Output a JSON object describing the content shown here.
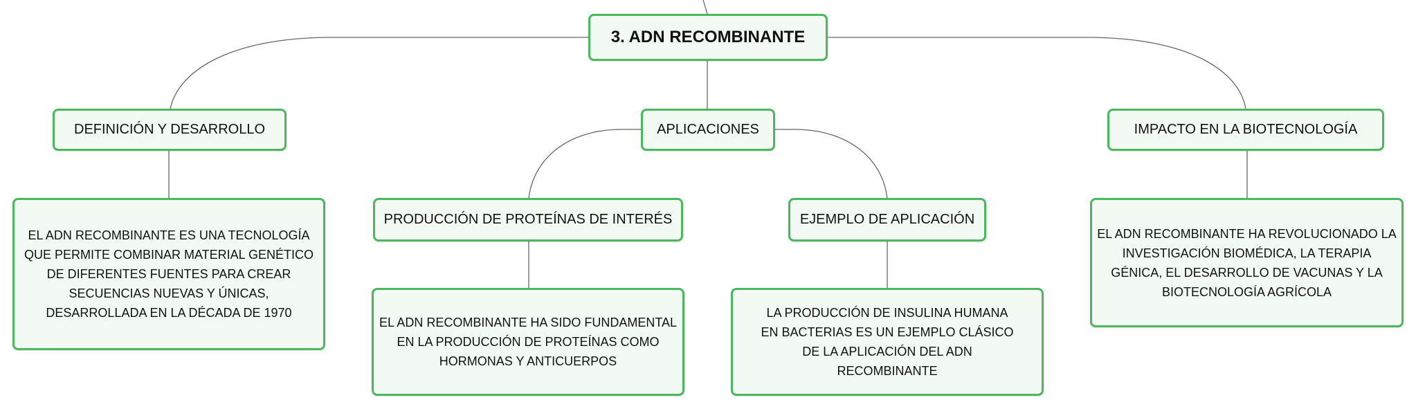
{
  "root": {
    "title": "3. ADN RECOMBINANTE"
  },
  "branches": {
    "definicion": {
      "label": "DEFINICIÓN Y DESARROLLO",
      "detail": "EL ADN RECOMBINANTE ES UNA TECNOLOGÍA QUE PERMITE COMBINAR MATERIAL GENÉTICO DE DIFERENTES FUENTES PARA CREAR SECUENCIAS NUEVAS Y ÚNICAS, DESARROLLADA EN LA DÉCADA DE 1970"
    },
    "aplicaciones": {
      "label": "APLICACIONES",
      "produccion": {
        "label": "PRODUCCIÓN DE PROTEÍNAS DE INTERÉS",
        "detail": "EL ADN RECOMBINANTE HA SIDO FUNDAMENTAL EN LA PRODUCCIÓN DE PROTEÍNAS COMO HORMONAS Y ANTICUERPOS"
      },
      "ejemplo": {
        "label": "EJEMPLO DE APLICACIÓN",
        "detail": "LA PRODUCCIÓN DE INSULINA HUMANA EN BACTERIAS ES UN EJEMPLO CLÁSICO DE LA APLICACIÓN DEL ADN RECOMBINANTE"
      }
    },
    "impacto": {
      "label": "IMPACTO EN LA BIOTECNOLOGÍA",
      "detail": "EL ADN RECOMBINANTE HA REVOLUCIONADO LA INVESTIGACIÓN BIOMÉDICA, LA TERAPIA GÉNICA, EL DESARROLLO DE VACUNAS Y LA BIOTECNOLOGÍA AGRÍCOLA"
    }
  },
  "colors": {
    "node_border": "#4bb85d",
    "node_fill": "#f3faf4",
    "connector": "#666666"
  }
}
